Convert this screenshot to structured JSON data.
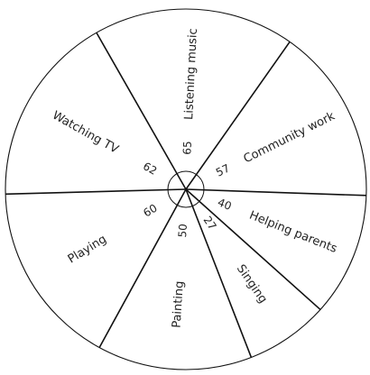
{
  "chart_data": {
    "type": "pie",
    "categories": [
      "Listening music",
      "Community work",
      "Helping parents",
      "Singing",
      "Painting",
      "Playing",
      "Watching TV"
    ],
    "values": [
      65,
      57,
      40,
      27,
      50,
      60,
      62
    ],
    "angle_marker": "circle at center",
    "legend": "none (labels on slices)",
    "title": ""
  }
}
